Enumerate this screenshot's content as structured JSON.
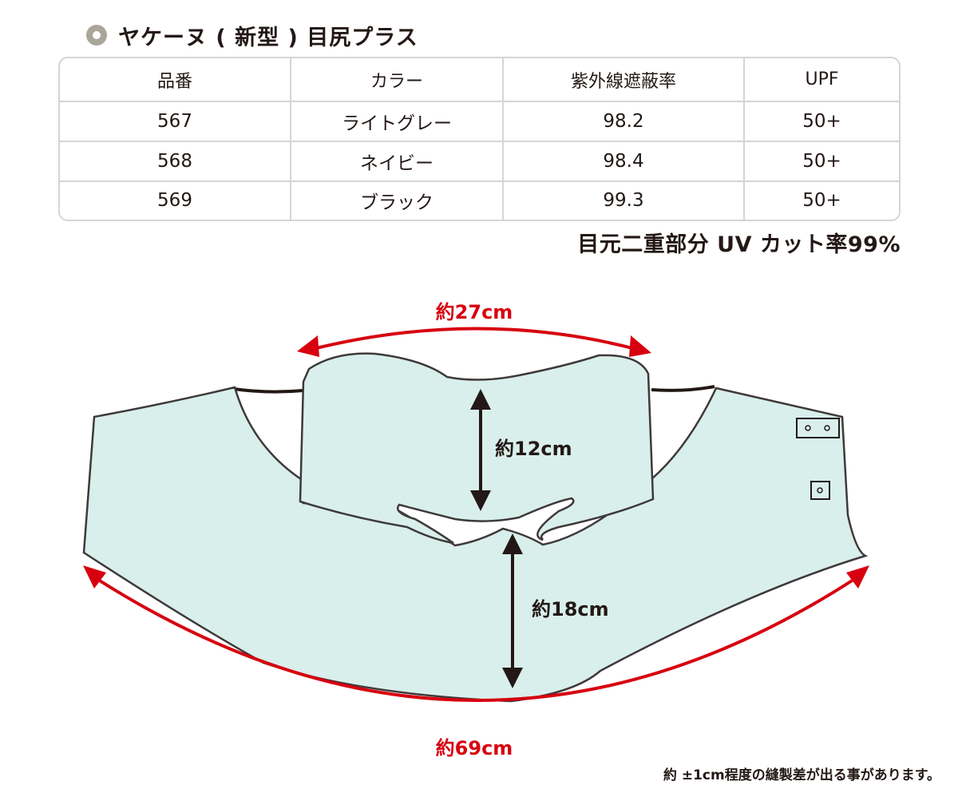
{
  "title": "ヤケーヌ ( 新型 ) 目尻プラス",
  "table": {
    "headers": [
      "品番",
      "カラー",
      "紫外線遮蔽率",
      "UPF"
    ],
    "rows": [
      [
        "567",
        "ライトグレー",
        "98.2",
        "50+"
      ],
      [
        "568",
        "ネイビー",
        "98.4",
        "50+"
      ],
      [
        "569",
        "ブラック",
        "99.3",
        "50+"
      ]
    ]
  },
  "uv_note": "目元二重部分 UV カット率99%",
  "diagram": {
    "dimensions": {
      "top_width": "約27cm",
      "upper_height": "約12cm",
      "lower_height": "約18cm",
      "bottom_width": "約69cm"
    },
    "colors": {
      "fabric": "#d9efec",
      "outline": "#3e3a39",
      "width_arrow": "#d7000f",
      "height_arrow": "#231815"
    }
  },
  "footnote": "約 ±1cm程度の縫製差が出る事があります。"
}
